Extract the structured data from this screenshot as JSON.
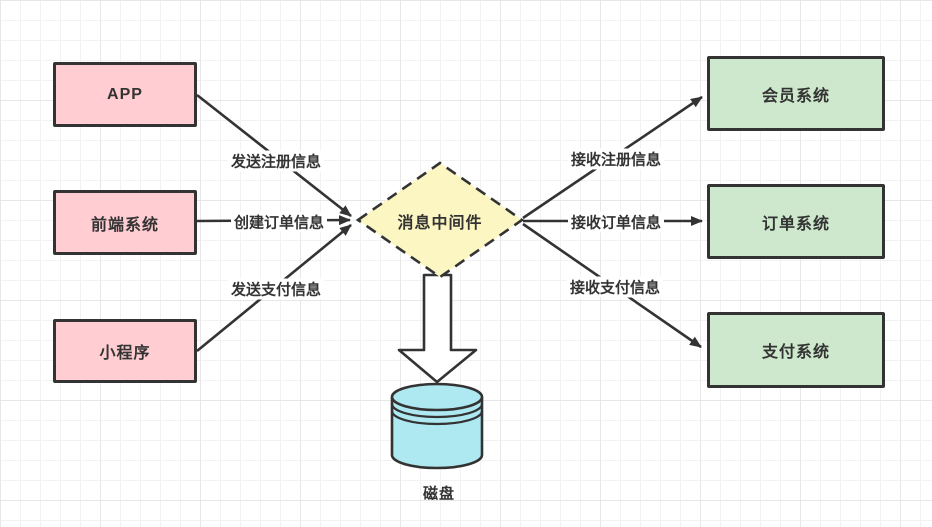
{
  "diagram": {
    "sources": [
      {
        "label": "APP"
      },
      {
        "label": "前端系统"
      },
      {
        "label": "小程序"
      }
    ],
    "middleware": {
      "label": "消息中间件"
    },
    "targets": [
      {
        "label": "会员系统"
      },
      {
        "label": "订单系统"
      },
      {
        "label": "支付系统"
      }
    ],
    "edges_in": [
      {
        "label": "发送注册信息"
      },
      {
        "label": "创建订单信息"
      },
      {
        "label": "发送支付信息"
      }
    ],
    "edges_out": [
      {
        "label": "接收注册信息"
      },
      {
        "label": "接收订单信息"
      },
      {
        "label": "接收支付信息"
      }
    ],
    "storage": {
      "label": "磁盘"
    },
    "colors": {
      "source_fill": "#FFCDD2",
      "target_fill": "#CDE8CC",
      "middleware_fill": "#FCF7C2",
      "storage_fill": "#AEE9F2",
      "stroke": "#333333"
    }
  }
}
